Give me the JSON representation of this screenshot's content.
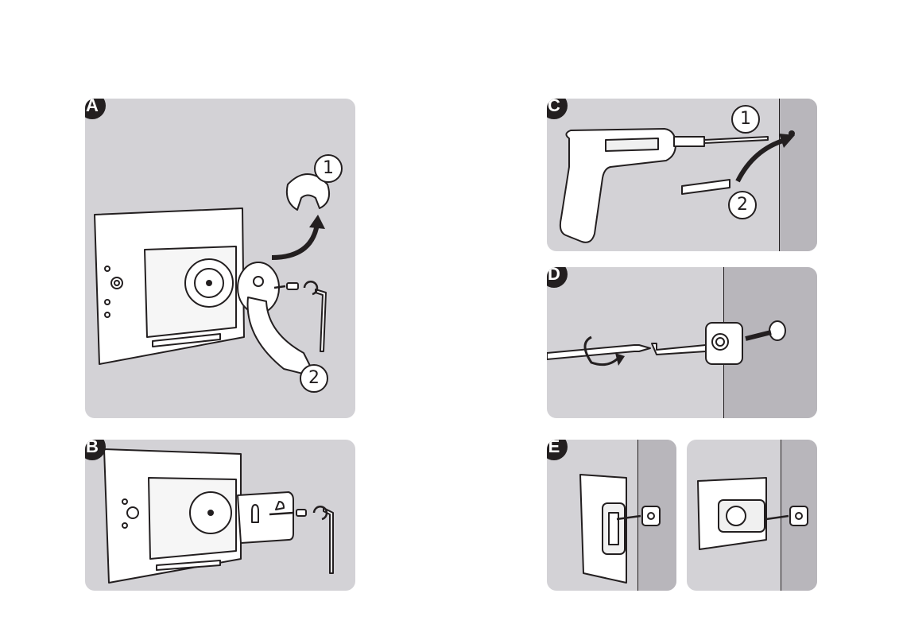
{
  "steps": [
    {
      "label": "A",
      "callouts": [
        "1",
        "2"
      ]
    },
    {
      "label": "B",
      "callouts": []
    },
    {
      "label": "C",
      "callouts": [
        "1",
        "2"
      ]
    },
    {
      "label": "D",
      "callouts": []
    },
    {
      "label": "E",
      "callouts": []
    }
  ],
  "colors": {
    "panel": "#d3d2d6",
    "wall": "#b8b6bb",
    "ink": "#231f20",
    "badge": "#231f20"
  }
}
